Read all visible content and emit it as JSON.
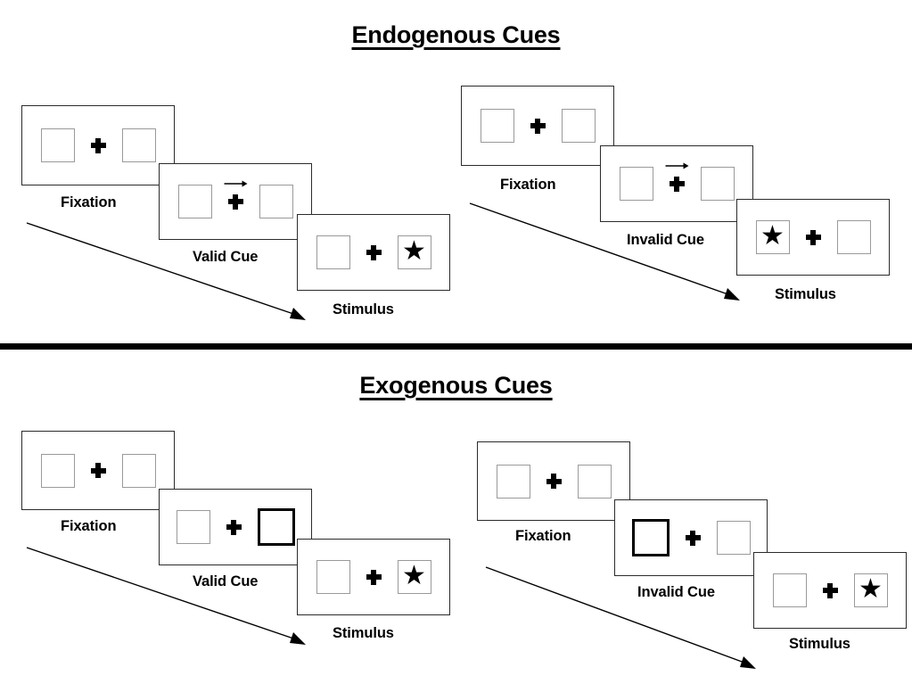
{
  "sections": [
    {
      "id": "endogenous",
      "title": "Endogenous Cues",
      "groups": [
        {
          "id": "endogenous-valid",
          "cue_type": "valid",
          "steps": [
            {
              "label": "Fixation",
              "cue": "none",
              "cue_side": "none",
              "target_side": "none"
            },
            {
              "label": "Valid Cue",
              "cue": "arrow",
              "cue_side": "right",
              "target_side": "none"
            },
            {
              "label": "Stimulus",
              "cue": "none",
              "cue_side": "none",
              "target_side": "right"
            }
          ]
        },
        {
          "id": "endogenous-invalid",
          "cue_type": "invalid",
          "steps": [
            {
              "label": "Fixation",
              "cue": "none",
              "cue_side": "none",
              "target_side": "none"
            },
            {
              "label": "Invalid Cue",
              "cue": "arrow",
              "cue_side": "right",
              "target_side": "none"
            },
            {
              "label": "Stimulus",
              "cue": "none",
              "cue_side": "none",
              "target_side": "left"
            }
          ]
        }
      ]
    },
    {
      "id": "exogenous",
      "title": "Exogenous Cues",
      "groups": [
        {
          "id": "exogenous-valid",
          "cue_type": "valid",
          "steps": [
            {
              "label": "Fixation",
              "cue": "none",
              "cue_side": "none",
              "target_side": "none"
            },
            {
              "label": "Valid Cue",
              "cue": "box",
              "cue_side": "right",
              "target_side": "none"
            },
            {
              "label": "Stimulus",
              "cue": "none",
              "cue_side": "none",
              "target_side": "right"
            }
          ]
        },
        {
          "id": "exogenous-invalid",
          "cue_type": "invalid",
          "steps": [
            {
              "label": "Fixation",
              "cue": "none",
              "cue_side": "none",
              "target_side": "none"
            },
            {
              "label": "Invalid Cue",
              "cue": "box",
              "cue_side": "left",
              "target_side": "none"
            },
            {
              "label": "Stimulus",
              "cue": "none",
              "cue_side": "none",
              "target_side": "right"
            }
          ]
        }
      ]
    }
  ],
  "labels": {
    "endogenous_title": "Endogenous Cues",
    "exogenous_title": "Exogenous Cues",
    "fixation": "Fixation",
    "valid_cue": "Valid Cue",
    "invalid_cue": "Invalid Cue",
    "stimulus": "Stimulus"
  },
  "glyphs": {
    "star": "★",
    "plus": "✚",
    "arrow": "→"
  },
  "colors": {
    "ink": "#000000",
    "panel_border": "#2b2b2b",
    "box_border": "#9a9a9a",
    "cued_box_border": "#000000",
    "background": "#ffffff"
  }
}
